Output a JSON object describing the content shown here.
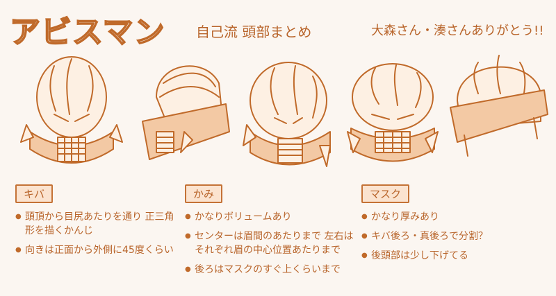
{
  "header": {
    "title": "アビスマン",
    "subtitle": "自己流 頭部まとめ",
    "thanks": "大森さん・湊さんありがとう!!"
  },
  "sections": [
    {
      "tag": "キバ",
      "items": [
        "頭頂から目尻あたりを通り 正三角形を描くかんじ",
        "向きは正面から外側に45度くらい"
      ]
    },
    {
      "tag": "かみ",
      "items": [
        "かなりボリュームあり",
        "センターは眉間のあたりまで 左右はそれぞれ眉の中心位置あたりまで",
        "後ろはマスクのすぐ上くらいまで"
      ]
    },
    {
      "tag": "マスク",
      "items": [
        "かなり厚みあり",
        "キバ後ろ・真後ろで分割？",
        "後頭部は少し下げてる"
      ]
    }
  ],
  "colors": {
    "ink": "#b8642a",
    "tag_bg": "#fbe3cf",
    "paper": "#fbf6f1"
  }
}
